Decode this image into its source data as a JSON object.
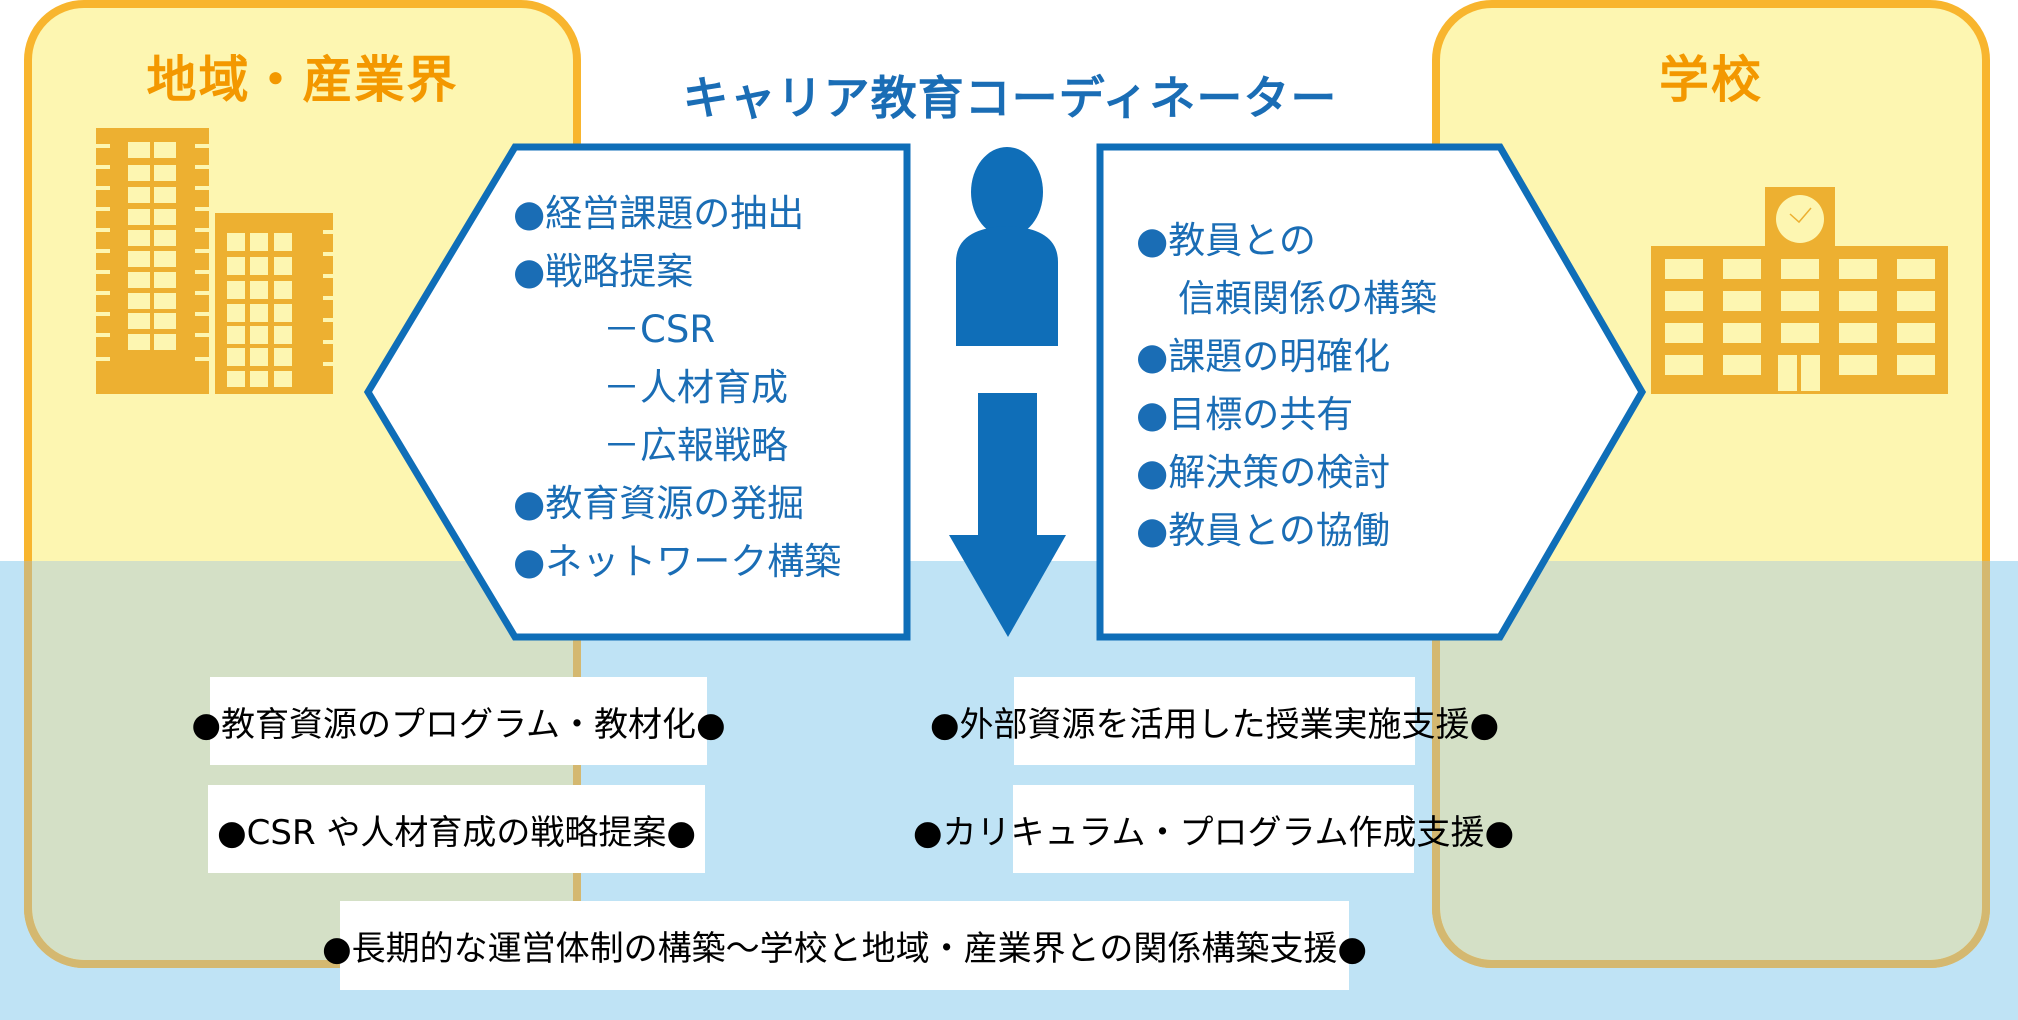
{
  "title": "キャリア教育コーディネーター",
  "left_panel": {
    "title": "地域・産業界",
    "icon": "office-buildings-icon"
  },
  "right_panel": {
    "title": "学校",
    "icon": "school-building-icon"
  },
  "coordinator": {
    "icon": "person-icon",
    "arrow": "arrow-down-icon"
  },
  "left_hex": {
    "items": [
      {
        "text": "●経営課題の抽出",
        "type": "bullet"
      },
      {
        "text": "●戦略提案",
        "type": "bullet"
      },
      {
        "text": "－CSR",
        "type": "sub"
      },
      {
        "text": "－人材育成",
        "type": "sub"
      },
      {
        "text": "－広報戦略",
        "type": "sub"
      },
      {
        "text": "●教育資源の発掘",
        "type": "bullet"
      },
      {
        "text": "●ネットワーク構築",
        "type": "bullet"
      }
    ]
  },
  "right_hex": {
    "items": [
      {
        "text": "●教員との",
        "type": "bullet"
      },
      {
        "text": "信頼関係の構築",
        "type": "cont"
      },
      {
        "text": "●課題の明確化",
        "type": "bullet"
      },
      {
        "text": "●目標の共有",
        "type": "bullet"
      },
      {
        "text": "●解決策の検討",
        "type": "bullet"
      },
      {
        "text": "●教員との協働",
        "type": "bullet"
      }
    ]
  },
  "outcomes": {
    "box1": "●教育資源のプログラム・教材化●",
    "box2": "●CSR や人材育成の戦略提案●",
    "box3": "●外部資源を活用した授業実施支援●",
    "box4": "●カリキュラム・プログラム作成支援●",
    "box5": "●長期的な運営体制の構築～学校と地域・産業界との関係構築支援●"
  },
  "colors": {
    "panel_fill": "#FDF6B1",
    "panel_border": "#F8B52E",
    "panel_title": "#F39800",
    "icon_fill": "#EDB031",
    "band": "#BFE3F5",
    "overlap": "#D4E0C6",
    "accent_blue": "#0F6EB8"
  }
}
